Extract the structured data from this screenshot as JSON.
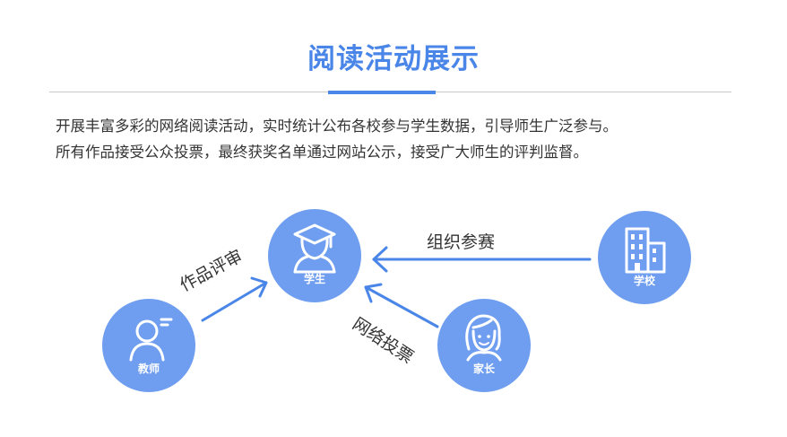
{
  "header": {
    "title": "阅读活动展示"
  },
  "description": {
    "line1": "开展丰富多彩的网络阅读活动，实时统计公布各校参与学生数据，引导师生广泛参与。",
    "line2": "所有作品接受公众投票，最终获奖名单通过网站公示，接受广大师生的评判监督。"
  },
  "diagram": {
    "nodes": {
      "student": "学生",
      "teacher": "教师",
      "school": "学校",
      "parent": "家长"
    },
    "edges": {
      "teacher_to_student": "作品评审",
      "school_to_student": "组织参赛",
      "parent_to_student": "网络投票"
    },
    "colors": {
      "accent": "#4a86e8",
      "node_fill": "#6f9ef0",
      "text": "#333333"
    }
  }
}
